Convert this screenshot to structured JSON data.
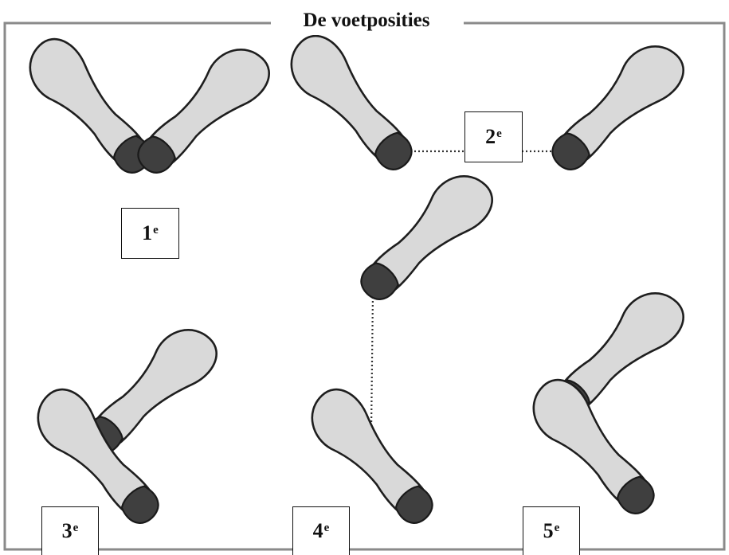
{
  "title": "De voetposities",
  "positions": [
    {
      "number": "1",
      "suffix": "e"
    },
    {
      "number": "2",
      "suffix": "e"
    },
    {
      "number": "3",
      "suffix": "e"
    },
    {
      "number": "4",
      "suffix": "e"
    },
    {
      "number": "5",
      "suffix": "e"
    }
  ],
  "colors": {
    "frame": "#8a8a8a",
    "sole": "#d9d9d9",
    "heel": "#3f3f3f",
    "outline": "#1e1e1e"
  }
}
